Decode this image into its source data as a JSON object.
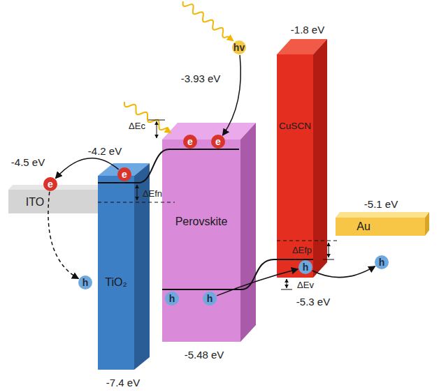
{
  "diagram": {
    "nodes": [
      {
        "text": [
          "ITO"
        ]
      },
      {
        "text": [
          "TiO₂"
        ]
      },
      {
        "text": [
          "Perovskite"
        ]
      },
      {
        "text": [
          "CuSCN"
        ]
      },
      {
        "text": [
          "Au"
        ]
      },
      {
        "text": [
          "hv"
        ]
      },
      {
        "text": [
          "e"
        ]
      },
      {
        "text": [
          "e"
        ]
      },
      {
        "text": [
          "h"
        ]
      },
      {
        "text": [
          "e"
        ]
      },
      {
        "text": [
          "e"
        ]
      },
      {
        "text": [
          "h"
        ]
      },
      {
        "text": [
          "h"
        ]
      },
      {
        "text": [
          "h"
        ]
      },
      {
        "text": [
          "h"
        ]
      }
    ],
    "edges": [
      {
        "from": 7,
        "to": 6,
        "arrow": "to"
      },
      {
        "from": 6,
        "to": 8,
        "arrow": "to"
      },
      {
        "from": 5,
        "to": 10,
        "arrow": "to"
      },
      {
        "from": 12,
        "to": 13,
        "arrow": "to"
      },
      {
        "from": 13,
        "to": 14,
        "arrow": "to"
      }
    ],
    "labels": [
      "-1.8 eV",
      "-3.93 eV",
      "ΔEc",
      "-4.2 eV",
      "-4.5 eV",
      "ΔEfn",
      "-5.1 eV",
      "ΔEfp",
      "ΔEv",
      "-5.3 eV",
      "-5.48 eV",
      "-7.4 eV"
    ]
  }
}
